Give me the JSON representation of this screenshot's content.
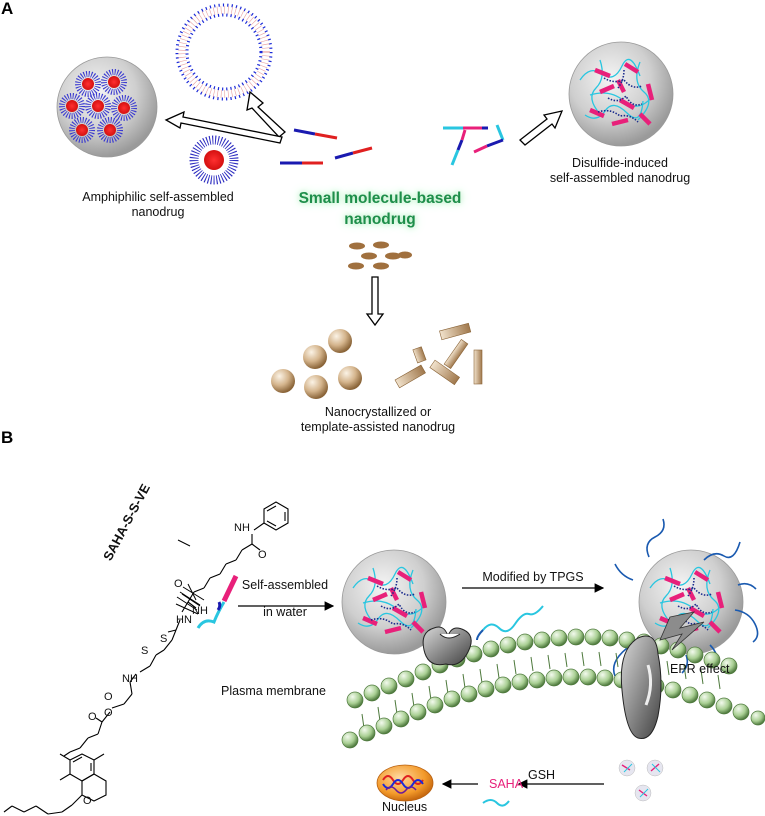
{
  "panelA": {
    "label": "A",
    "center_title_line1": "Small molecule-based",
    "center_title_line2": "nanodrug",
    "amphiphilic_line1": "Amphiphilic self-assembled",
    "amphiphilic_line2": "nanodrug",
    "disulfide_line1": "Disulfide-induced",
    "disulfide_line2": "self-assembled nanodrug",
    "nano_line1": "Nanocrystallized or",
    "nano_line2": "template-assisted nanodrug"
  },
  "panelB": {
    "label": "B",
    "molecule_name": "SAHA-S-S-VE",
    "atom_nh_top": "NH",
    "atom_o_top": "O",
    "atom_nh_mid": "NH",
    "atom_o_mid": "O",
    "atom_hn": "HN",
    "atom_s1": "S",
    "atom_s2": "S",
    "atom_nh_low": "NH",
    "atom_o_low": "O",
    "atom_o_ring1": "O",
    "atom_o_ring2": "O",
    "atom_o_ring3": "O",
    "step1_line1": "Self-assembled",
    "step1_line2": "in water",
    "step2": "Modified by TPGS",
    "epr": "EPR effect",
    "membrane": "Plasma membrane",
    "gsh": "GSH",
    "saha": "SAHA",
    "nucleus": "Nucleus"
  },
  "colors": {
    "title_green": "#1e8e4a",
    "magenta": "#e8207a",
    "cyan": "#29c6e0",
    "navy": "#1a2a8c",
    "red": "#e02020",
    "bronze": "#b08a5a",
    "membrane_green": "#8fbf7a"
  }
}
